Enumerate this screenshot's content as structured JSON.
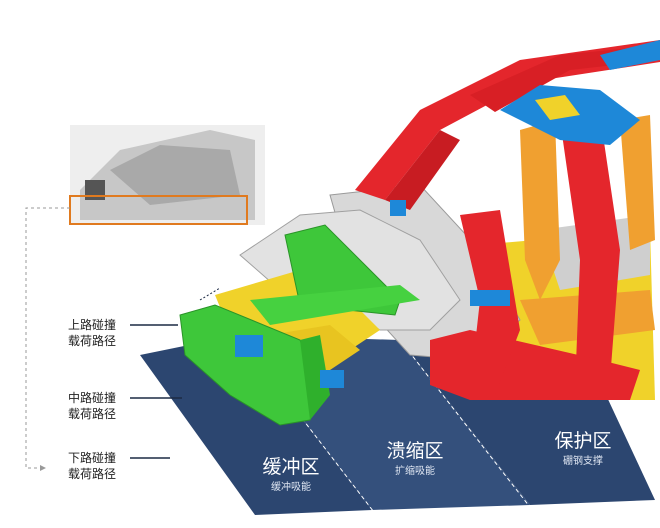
{
  "labels": {
    "upper": {
      "line1": "上路碰撞",
      "line2": "载荷路径"
    },
    "middle": {
      "line1": "中路碰撞",
      "line2": "载荷路径"
    },
    "lower": {
      "line1": "下路碰撞",
      "line2": "载荷路径"
    }
  },
  "zones": {
    "buffer": {
      "title": "缓冲区",
      "subtitle": "缓冲吸能"
    },
    "crumple": {
      "title": "溃缩区",
      "subtitle": "扩缩吸能"
    },
    "protect": {
      "title": "保护区",
      "subtitle": "硼钢支撑"
    }
  },
  "colors": {
    "zone_fill": "#2c4670",
    "inset_frame": "#e07a1f",
    "guide_line": "#1c2a44",
    "dashed_connector": "#999999",
    "boron_red": "#e4262c",
    "high_strength_green": "#3ec73a",
    "roof_blue": "#1e88d8",
    "yellow_steel": "#f0d22a",
    "orange_steel": "#f0a030",
    "light_grey": "#d8d8d8"
  }
}
